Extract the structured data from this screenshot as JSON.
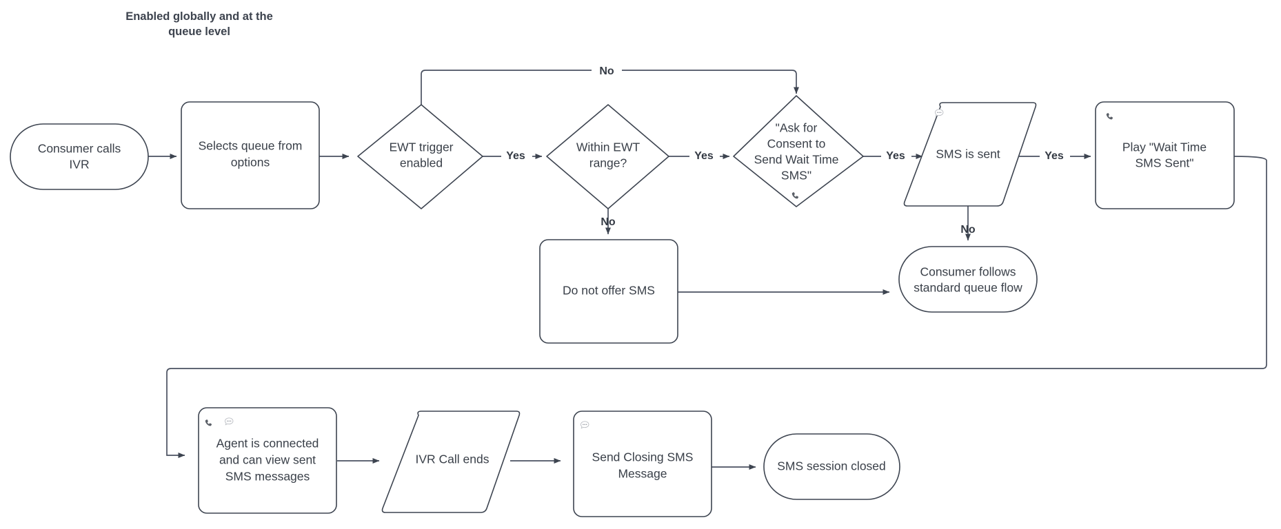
{
  "diagram": {
    "title": {
      "line1": "Enabled globally and at the",
      "line2": "queue level"
    },
    "colors": {
      "stroke": "#3d4450",
      "connector": "#4a5160",
      "text": "#3a4049",
      "title": "#3d434e",
      "background": "#ffffff",
      "icon_phone": "#5b6068",
      "icon_bubble": "#b9bcc2"
    },
    "nodes": {
      "consumer_calls_ivr": {
        "label_line1": "Consumer calls",
        "label_line2": "IVR",
        "shape": "stadium",
        "icons": []
      },
      "selects_queue": {
        "label_line1": "Selects queue from",
        "label_line2": "options",
        "shape": "rounded-rect",
        "icons": []
      },
      "ewt_trigger_enabled": {
        "label_line1": "EWT trigger",
        "label_line2": "enabled",
        "shape": "diamond",
        "icons": []
      },
      "within_ewt_range": {
        "label_line1": "Within EWT",
        "label_line2": "range?",
        "shape": "diamond",
        "icons": []
      },
      "ask_for_consent": {
        "label_line1": "\"Ask for",
        "label_line2": "Consent to",
        "label_line3": "Send Wait Time",
        "label_line4": "SMS\"",
        "shape": "diamond",
        "icons": [
          "phone-icon"
        ]
      },
      "sms_is_sent": {
        "label_line1": "SMS is sent",
        "shape": "parallelogram",
        "icons": [
          "chat-bubble-icon"
        ]
      },
      "play_wait_time_sms_sent": {
        "label_line1": "Play \"Wait Time",
        "label_line2": "SMS Sent\"",
        "shape": "rounded-rect",
        "icons": [
          "phone-icon"
        ]
      },
      "do_not_offer_sms": {
        "label_line1": "Do not offer SMS",
        "shape": "rounded-rect",
        "icons": []
      },
      "consumer_follows_standard_queue_flow": {
        "label_line1": "Consumer follows",
        "label_line2": "standard queue flow",
        "shape": "stadium",
        "icons": []
      },
      "agent_connected": {
        "label_line1": "Agent is connected",
        "label_line2": "and can view sent",
        "label_line3": "SMS messages",
        "shape": "rounded-rect",
        "icons": [
          "phone-icon",
          "chat-bubble-icon"
        ]
      },
      "ivr_call_ends": {
        "label_line1": "IVR Call ends",
        "shape": "parallelogram",
        "icons": []
      },
      "send_closing_sms_message": {
        "label_line1": "Send Closing SMS",
        "label_line2": "Message",
        "shape": "rounded-rect",
        "icons": [
          "chat-bubble-icon"
        ]
      },
      "sms_session_closed": {
        "label_line1": "SMS session closed",
        "shape": "stadium",
        "icons": []
      }
    },
    "edge_labels": {
      "ewt_trigger_no": "No",
      "ewt_trigger_yes": "Yes",
      "within_range_yes": "Yes",
      "within_range_no": "No",
      "consent_yes": "Yes",
      "sms_sent_yes": "Yes",
      "sms_sent_no": "No"
    }
  }
}
